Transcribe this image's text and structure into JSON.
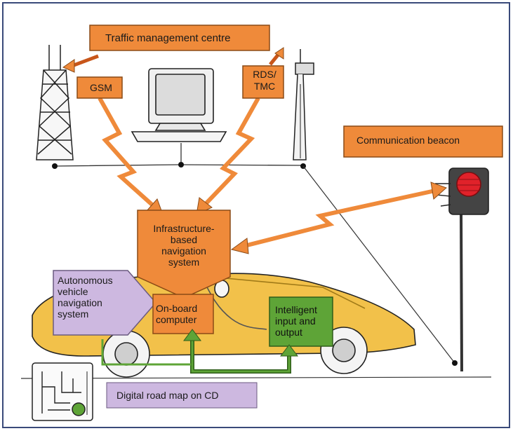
{
  "labels": {
    "traffic_centre": "Traffic management centre",
    "gsm": "GSM",
    "rds_tmc": "RDS/\nTMC",
    "beacon": "Communication beacon",
    "infrastructure": "Infrastructure-\nbased\nnavigation\nsystem",
    "autonomous": "Autonomous\nvehicle\nnavigation\nsystem",
    "onboard": "On-board\ncomputer",
    "intelligent": "Intelligent\ninput and\noutput",
    "road_map": "Digital road map on CD"
  },
  "colors": {
    "orange": "#ef8a3a",
    "orange_dark": "#c8561a",
    "purple": "#cdb8e0",
    "green": "#5ea437",
    "car_yellow": "#f2c14a",
    "frame": "#3a4a7a"
  }
}
